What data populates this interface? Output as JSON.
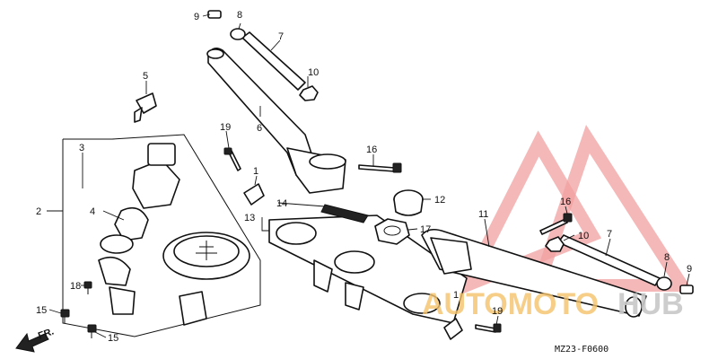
{
  "diagram": {
    "part_labels": {
      "p1a": "1",
      "p1b": "1",
      "p2": "2",
      "p3": "3",
      "p4": "4",
      "p5": "5",
      "p6": "6",
      "p7a": "7",
      "p7b": "7",
      "p8a": "8",
      "p8b": "8",
      "p9a": "9",
      "p9b": "9",
      "p10a": "10",
      "p10b": "10",
      "p11": "11",
      "p12": "12",
      "p13": "13",
      "p14": "14",
      "p15a": "15",
      "p15b": "15",
      "p16a": "16",
      "p16b": "16",
      "p17": "17",
      "p18": "18",
      "p19a": "19",
      "p19b": "19"
    },
    "front_arrow_label": "FR.",
    "diagram_code": "MZ23-F0600"
  },
  "watermark": {
    "text_part1": "AUTOMOTO",
    "text_part2": "HUB",
    "color_part1": "#f5c36b",
    "color_part2": "#c8c8c8",
    "logo_color": "#f2a0a0"
  }
}
